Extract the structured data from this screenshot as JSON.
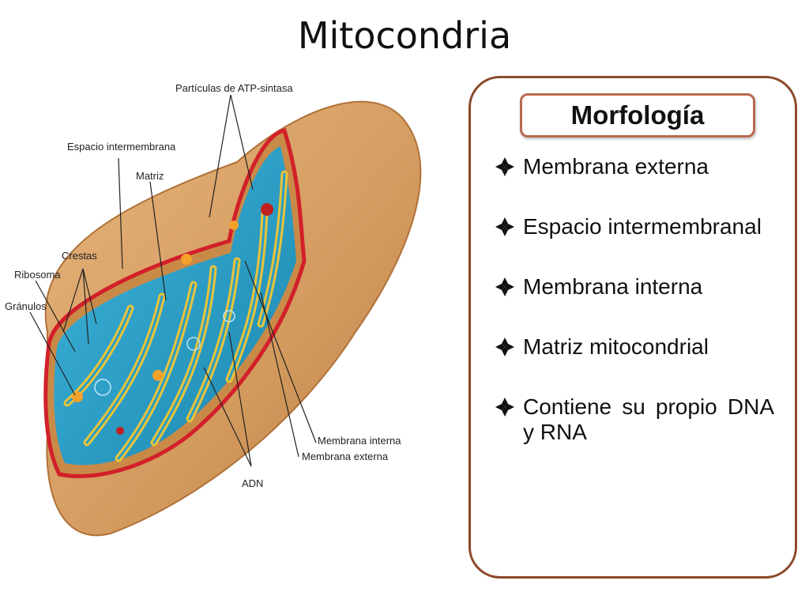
{
  "slide": {
    "title": "Mitocondria"
  },
  "diagram": {
    "labels": {
      "atp_synthase": "Partículas de ATP-sintasa",
      "intermembrane_space": "Espacio intermembrana",
      "matrix": "Matriz",
      "cristae": "Crestas",
      "ribosome": "Ribosoma",
      "granules": "Gránulos",
      "inner_membrane": "Membrana interna",
      "outer_membrane": "Membrana externa",
      "dna": "ADN"
    },
    "colors": {
      "outer_shell": "#d39a5e",
      "membrane": "#d2202a",
      "matrix": "#2a9ec6",
      "crista_border": "#e8c33a"
    }
  },
  "panel": {
    "heading": "Morfología",
    "bullet_icon": "diamond-bullet-icon",
    "items": [
      "Membrana externa",
      "Espacio intermembranal",
      "Membrana interna",
      "Matriz mitocondrial",
      "Contiene su propio DNA y RNA"
    ]
  }
}
